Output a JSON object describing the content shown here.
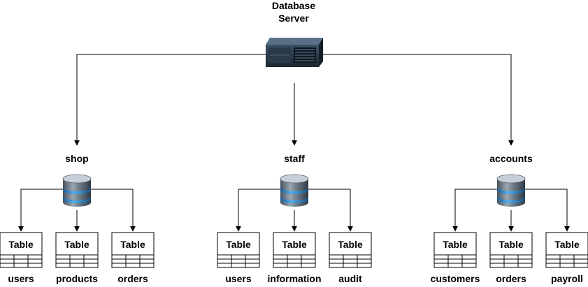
{
  "server": {
    "label_line1": "Database",
    "label_line2": "Server",
    "icon": "server-icon"
  },
  "databases": [
    {
      "name": "shop",
      "icon": "database-icon",
      "tables": [
        {
          "header": "Table",
          "name": "users"
        },
        {
          "header": "Table",
          "name": "products"
        },
        {
          "header": "Table",
          "name": "orders"
        }
      ]
    },
    {
      "name": "staff",
      "icon": "database-icon",
      "tables": [
        {
          "header": "Table",
          "name": "users"
        },
        {
          "header": "Table",
          "name": "information"
        },
        {
          "header": "Table",
          "name": "audit"
        }
      ]
    },
    {
      "name": "accounts",
      "icon": "database-icon",
      "tables": [
        {
          "header": "Table",
          "name": "customers"
        },
        {
          "header": "Table",
          "name": "orders"
        },
        {
          "header": "Table",
          "name": "payroll"
        }
      ]
    }
  ],
  "colors": {
    "cylinder_dark": "#3a4652",
    "cylinder_mid": "#6f7d8a",
    "cylinder_light": "#c9d2da",
    "cylinder_band": "#2f8fd8",
    "server_body": "#1f2a35",
    "server_face": "#34475a",
    "server_top": "#4a6076"
  }
}
